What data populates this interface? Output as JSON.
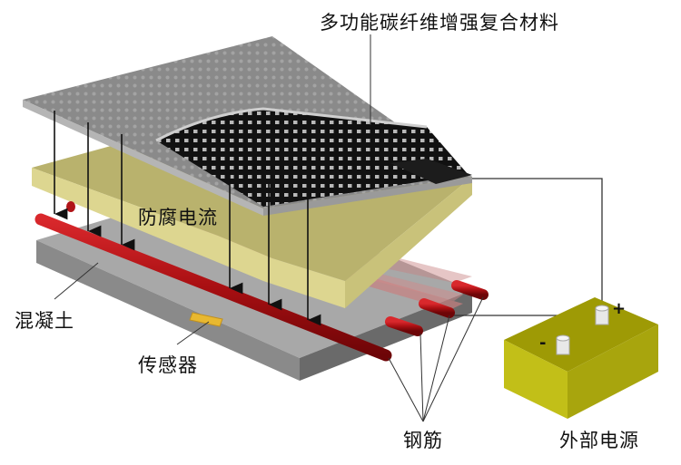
{
  "diagram": {
    "title_label": "多功能碳纤维增强复合材料",
    "labels": {
      "current": "防腐电流",
      "concrete": "混凝土",
      "sensor": "传感器",
      "rebar": "钢筋",
      "power_source": "外部电源"
    },
    "terminals": {
      "positive": "+",
      "negative": "-"
    },
    "colors": {
      "cfrp_top": "#8c8c8c",
      "carbon_mesh": "#1a1a1a",
      "cover_layer": "#c9c27a",
      "concrete": "#9a9a9a",
      "rebar": "#a80f12",
      "sensor": "#e8b830",
      "power_box": "#b6b20a",
      "wire": "#333333"
    }
  }
}
